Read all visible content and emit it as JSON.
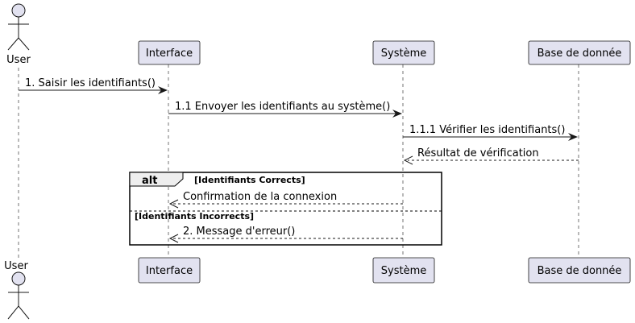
{
  "participants": {
    "user": "User",
    "interface": "Interface",
    "systeme": "Système",
    "bdd": "Base de donnée"
  },
  "messages": [
    {
      "label": "1. Saisir les identifiants()",
      "style": "solid"
    },
    {
      "label": "1.1 Envoyer les identifiants au système()",
      "style": "solid"
    },
    {
      "label": "1.1.1 Vérifier les identifiants()",
      "style": "solid"
    },
    {
      "label": "Résultat de vérification",
      "style": "dashed"
    },
    {
      "label": "Confirmation de la connexion",
      "style": "dashed"
    },
    {
      "label": "2. Message d'erreur()",
      "style": "dashed"
    }
  ],
  "alt": {
    "keyword": "alt",
    "guard1": "[Identifiants Corrects]",
    "guard2": "[Identifiants Incorrects]"
  },
  "colors": {
    "participant_fill": "#E2E2F0",
    "stroke": "#181818",
    "alt_tab_fill": "#EEEEEE"
  }
}
